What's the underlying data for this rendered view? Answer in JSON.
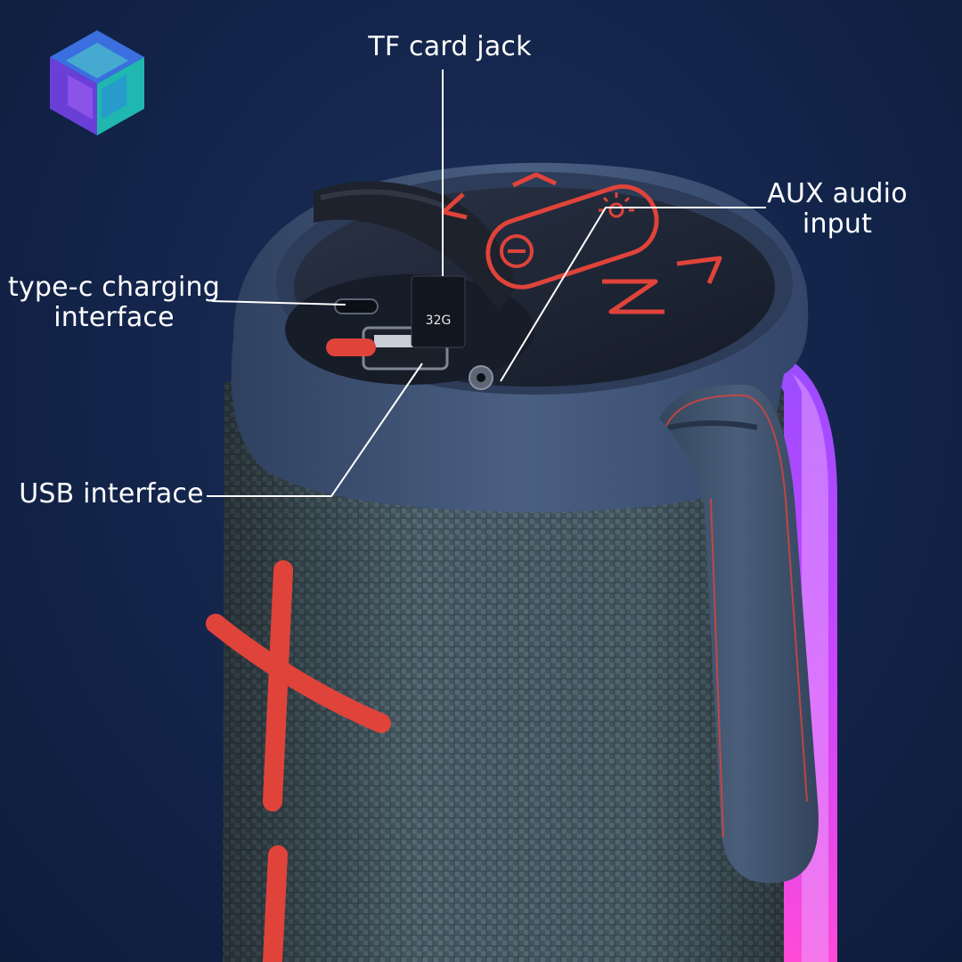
{
  "callouts": {
    "tf_card": "TF card jack",
    "aux_line1": "AUX audio",
    "aux_line2": "input",
    "typec_line1": "type-c charging",
    "typec_line2": "interface",
    "usb": "USB interface"
  },
  "card": {
    "capacity": "32G"
  },
  "colors": {
    "background": "#13244a",
    "speaker_body": "#3f546f",
    "fabric": "#4a5c66",
    "accent_red": "#e0433a",
    "rgb_glow": "#cc44ff",
    "label_text": "#ffffff"
  },
  "icons": [
    "brand-cube-icon",
    "power-icon",
    "light-icon",
    "previous-icon",
    "next-icon",
    "volume-up-icon",
    "volume-down-icon",
    "plus-icon",
    "minus-icon"
  ]
}
